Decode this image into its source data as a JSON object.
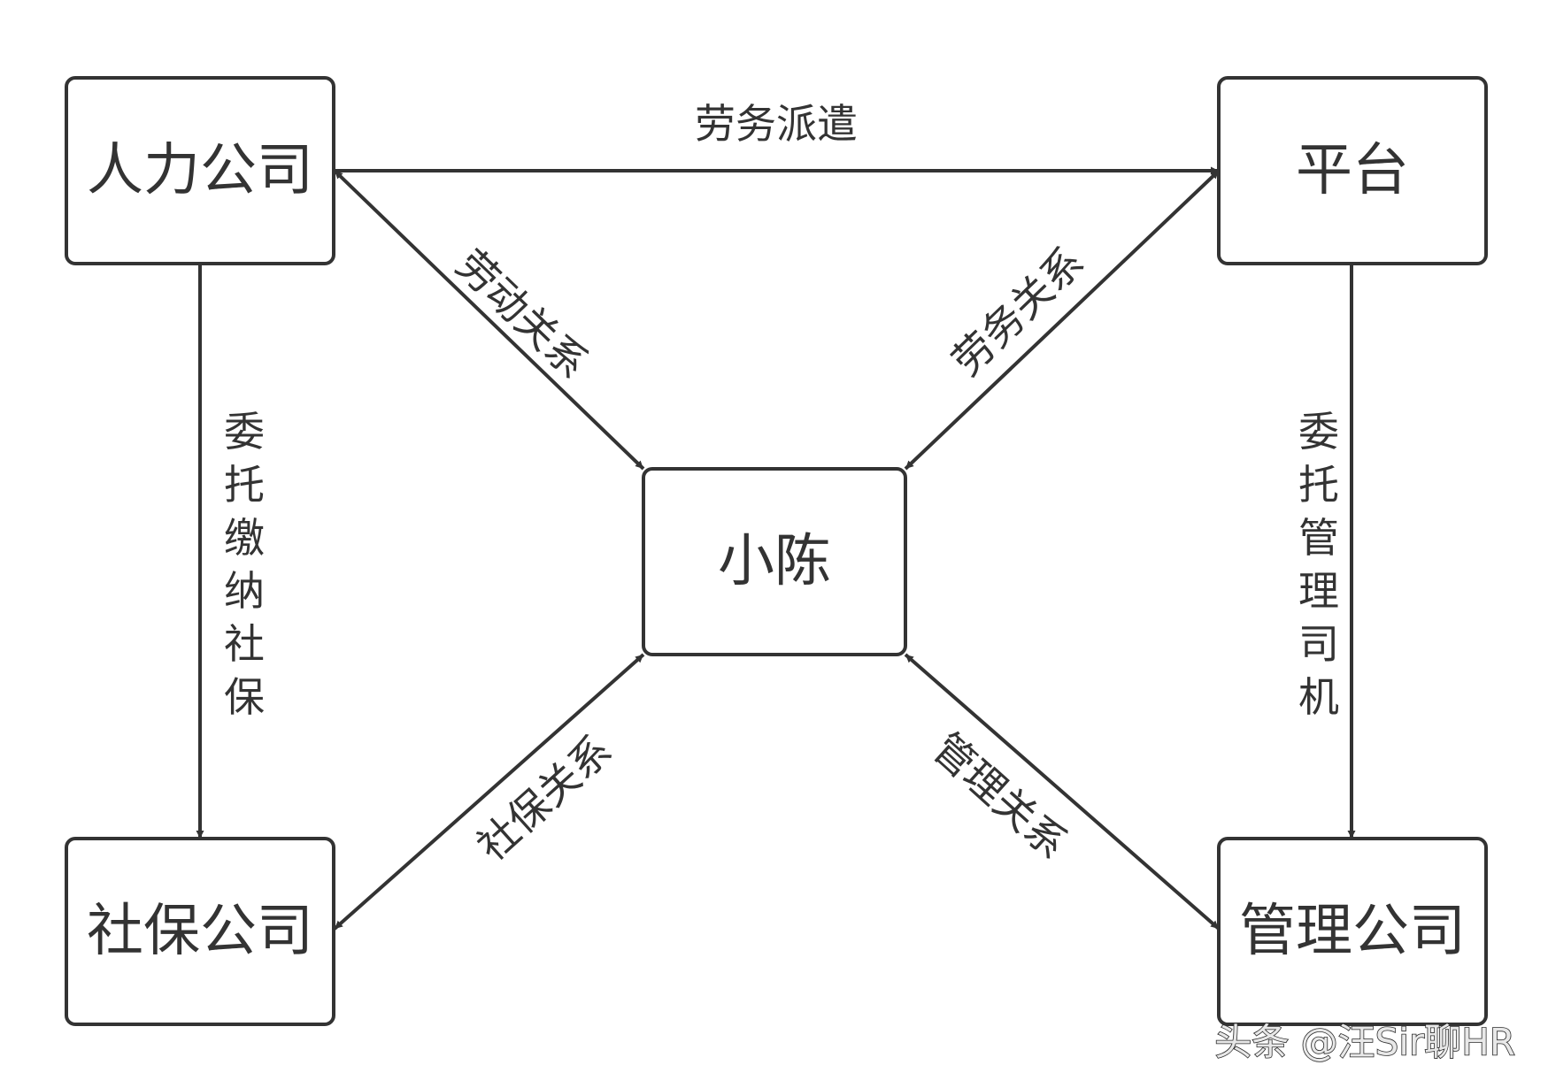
{
  "colors": {
    "stroke": "#333333",
    "background": "#ffffff"
  },
  "nodes": {
    "hr_company": "人力公司",
    "platform": "平台",
    "xiaochen": "小陈",
    "social_security_company": "社保公司",
    "management_company": "管理公司"
  },
  "edges": {
    "labor_dispatch": "劳务派遣",
    "labor_contract_relation": "劳动关系",
    "labor_service_relation": "劳务关系",
    "social_security_relation": "社保关系",
    "management_relation": "管理关系",
    "entrust_social_security": "委托缴纳社保",
    "entrust_driver_management": "委托管理司机"
  },
  "watermark": "头条 @汪Sir聊HR"
}
